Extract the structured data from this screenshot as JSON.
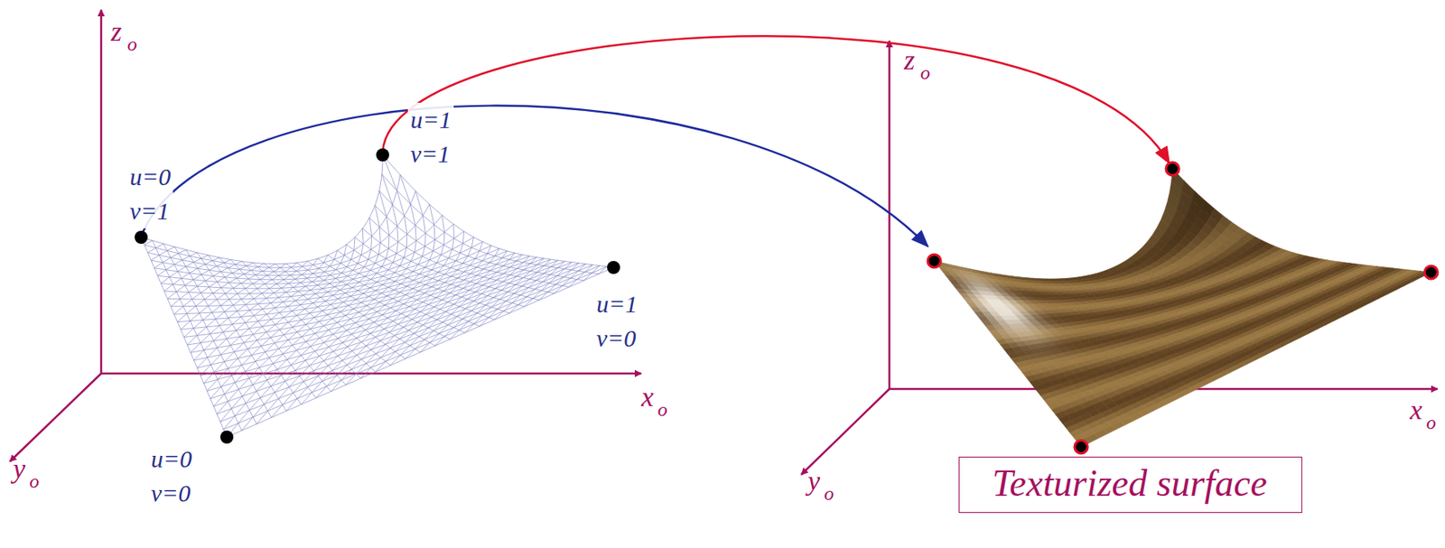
{
  "diagram": {
    "nodes": [
      {
        "text": [
          "Texturized surface"
        ]
      }
    ],
    "labels": [
      "z",
      "o",
      "x",
      "o",
      "y",
      "o",
      "u=0 v=1",
      "u=1 v=1",
      "u=1 v=0",
      "u=0 v=0",
      "z",
      "o",
      "x",
      "o",
      "y",
      "o"
    ]
  }
}
